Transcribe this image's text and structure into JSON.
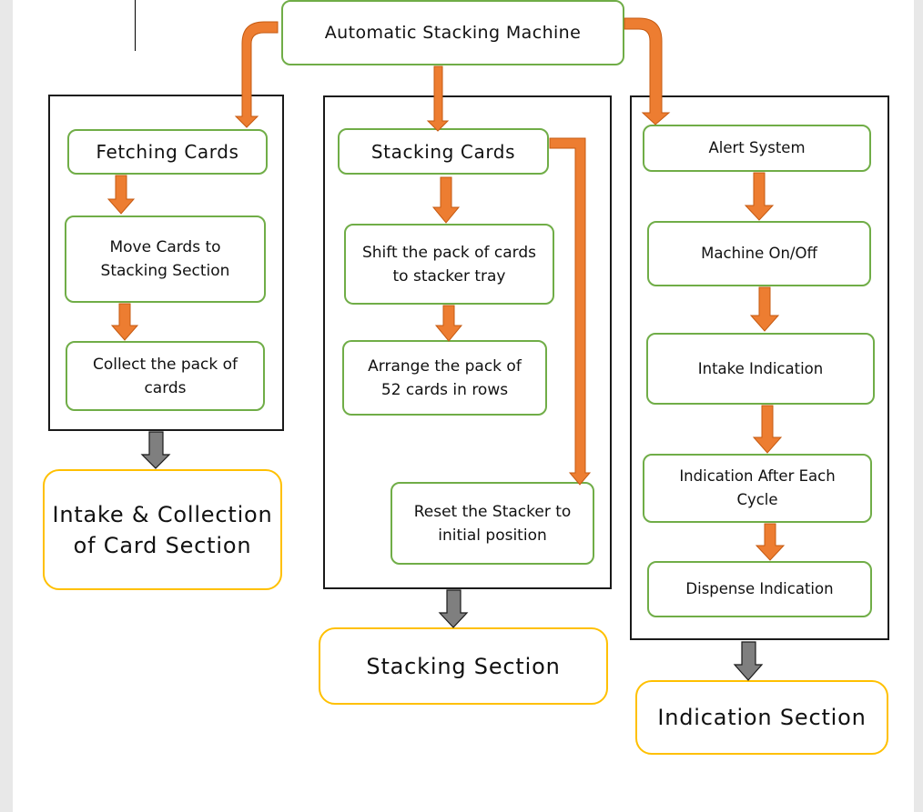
{
  "diagram": {
    "root": {
      "label": "Automatic Stacking Machine"
    },
    "columns": [
      {
        "head": "Fetching Cards",
        "steps": [
          "Move Cards to Stacking Section",
          "Collect the pack of cards"
        ],
        "section": "Intake & Collection of Card Section"
      },
      {
        "head": "Stacking Cards",
        "steps": [
          "Shift the pack of cards to stacker tray",
          "Arrange the pack of 52 cards in rows",
          "Reset the Stacker to initial position"
        ],
        "section": "Stacking Section"
      },
      {
        "head": "Alert System",
        "steps": [
          "Machine On/Off",
          "Intake Indication",
          "Indication After Each Cycle",
          "Dispense Indication"
        ],
        "section": "Indication Section"
      }
    ],
    "colors": {
      "box_border": "#70ad47",
      "section_border": "#ffc000",
      "flow_arrow": "#ed7d31",
      "output_arrow": "#7f7f7f"
    }
  }
}
